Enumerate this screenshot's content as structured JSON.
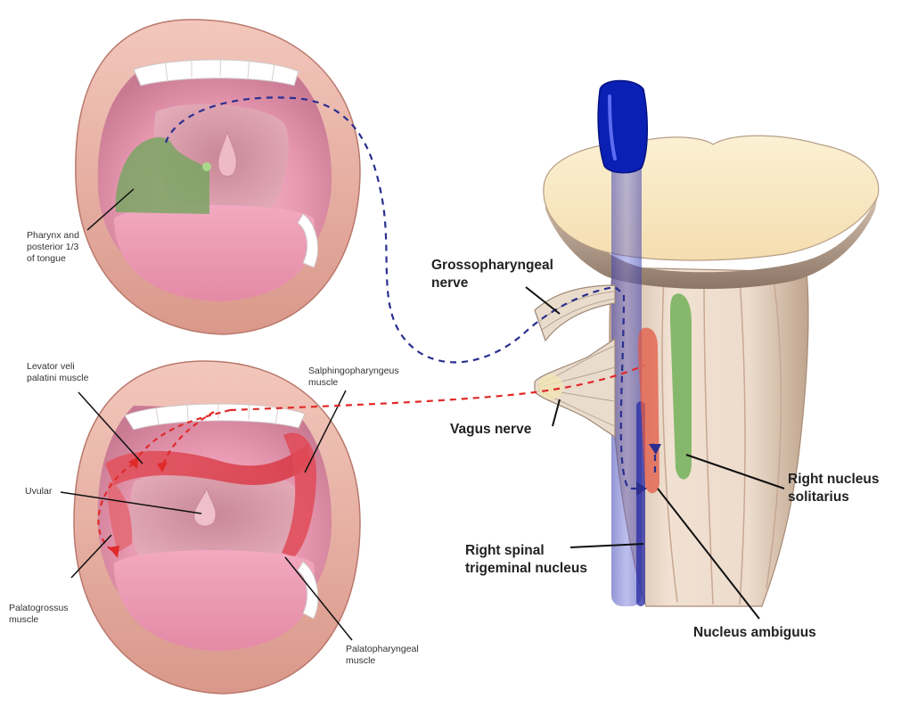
{
  "labels": {
    "pharynx_tongue": "Pharynx and\nposterior 1/3\nof tongue",
    "levator_veli": "Levator veli\npalatini muscle",
    "salpingopharyngeus": "Salphingopharyngeus\nmuscle",
    "uvular": "Uvular",
    "palatoglossus": "Palatogrossus\nmuscle",
    "palatopharyngeal": "Palatopharyngeal\nmuscle",
    "glossopharyngeal_nerve": "Grossopharyngeal\nnerve",
    "vagus_nerve": "Vagus nerve",
    "right_nucleus_solitarius": "Right nucleus\nsolitarius",
    "right_spinal_trigeminal": "Right spinal\ntrigeminal nucleus",
    "nucleus_ambiguus": "Nucleus ambiguus"
  },
  "colors": {
    "sensory_path": "#2a2f8f",
    "motor_path": "#e02a2a",
    "sensory_area": "#6a9a58",
    "lips": "#e9b3a8",
    "mucosa": "#e59ab0",
    "brainstem": "#e8d3c0"
  }
}
